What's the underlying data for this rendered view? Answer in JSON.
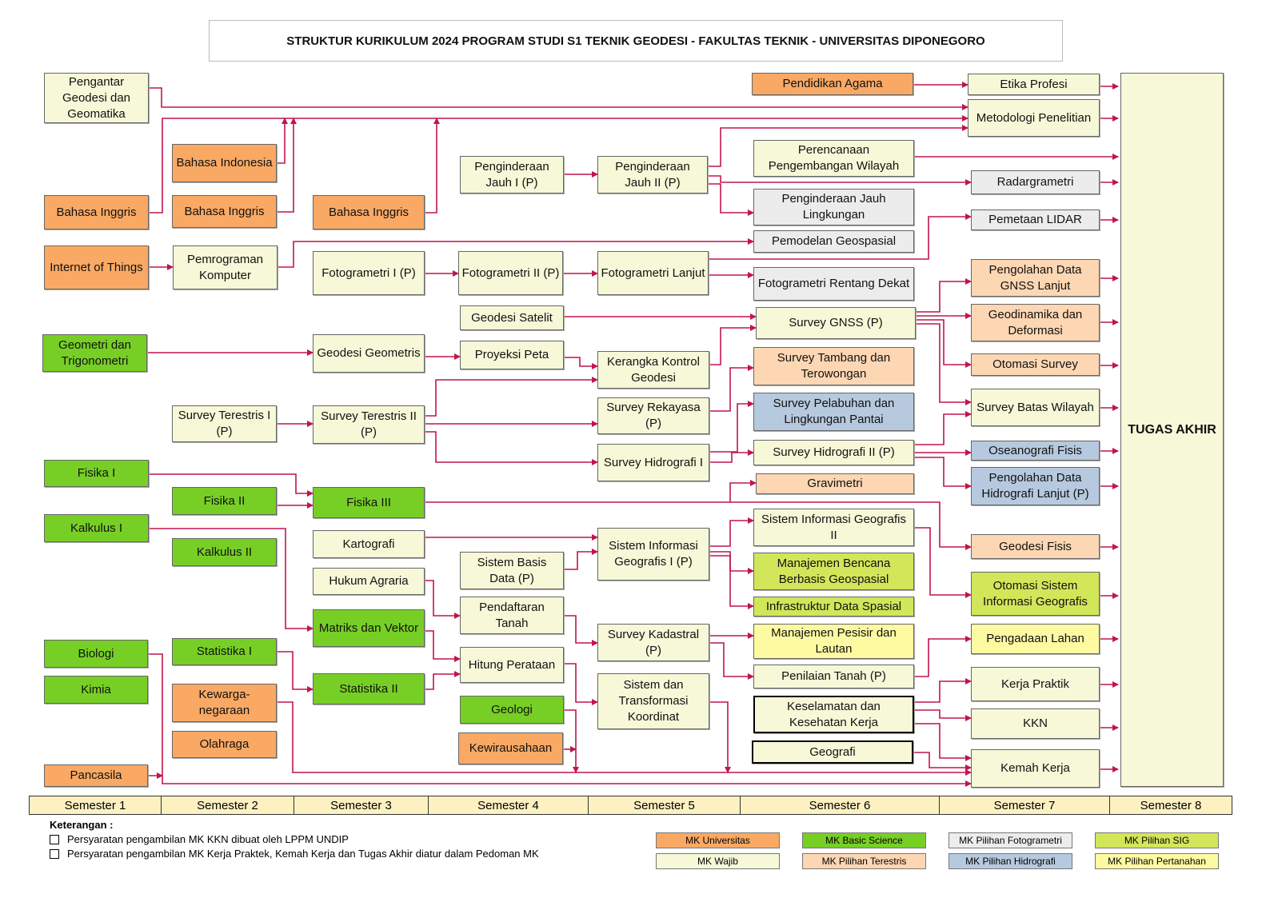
{
  "title": "STRUKTUR KURIKULUM 2024 PROGRAM STUDI S1 TEKNIK GEODESI - FAKULTAS TEKNIK - UNIVERSITAS DIPONEGORO",
  "colors": {
    "universitas": "#f9a964",
    "basic": "#77cf25",
    "wajib": "#f6f8d8",
    "terestris": "#fdd6b3",
    "fotogrametri": "#ececec",
    "hidrografi": "#b6c9de",
    "sig": "#d2e65a",
    "pertanahan": "#fdfaa2",
    "arrow": "#c0154f"
  },
  "courses": [
    {
      "label": "Pengantar Geodesi dan Geomatika",
      "cat": "wajib"
    },
    {
      "label": "Bahasa Inggris",
      "cat": "universitas"
    },
    {
      "label": "Internet of Things",
      "cat": "universitas"
    },
    {
      "label": "Geometri dan Trigonometri",
      "cat": "basic"
    },
    {
      "label": "Fisika I",
      "cat": "basic"
    },
    {
      "label": "Kalkulus I",
      "cat": "basic"
    },
    {
      "label": "Biologi",
      "cat": "basic"
    },
    {
      "label": "Kimia",
      "cat": "basic"
    },
    {
      "label": "Pancasila",
      "cat": "universitas"
    },
    {
      "label": "Bahasa Indonesia",
      "cat": "universitas"
    },
    {
      "label": "Bahasa Inggris",
      "cat": "universitas"
    },
    {
      "label": "Pemrograman Komputer",
      "cat": "wajib"
    },
    {
      "label": "Survey Terestris I (P)",
      "cat": "wajib"
    },
    {
      "label": "Fisika II",
      "cat": "basic"
    },
    {
      "label": "Kalkulus II",
      "cat": "basic"
    },
    {
      "label": "Statistika I",
      "cat": "basic"
    },
    {
      "label": "Kewarga-negaraan",
      "cat": "universitas"
    },
    {
      "label": "Olahraga",
      "cat": "universitas"
    },
    {
      "label": "Bahasa Inggris",
      "cat": "universitas"
    },
    {
      "label": "Fotogrametri I (P)",
      "cat": "wajib"
    },
    {
      "label": "Geodesi Geometris",
      "cat": "wajib"
    },
    {
      "label": "Survey Terestris II (P)",
      "cat": "wajib"
    },
    {
      "label": "Fisika III",
      "cat": "basic"
    },
    {
      "label": "Kartografi",
      "cat": "wajib"
    },
    {
      "label": "Hukum Agraria",
      "cat": "wajib"
    },
    {
      "label": "Matriks dan Vektor",
      "cat": "basic"
    },
    {
      "label": "Statistika II",
      "cat": "basic"
    },
    {
      "label": "Penginderaan Jauh I (P)",
      "cat": "wajib"
    },
    {
      "label": "Fotogrametri II (P)",
      "cat": "wajib"
    },
    {
      "label": "Geodesi Satelit",
      "cat": "wajib"
    },
    {
      "label": "Proyeksi Peta",
      "cat": "wajib"
    },
    {
      "label": "Sistem Basis Data (P)",
      "cat": "wajib"
    },
    {
      "label": "Pendaftaran Tanah",
      "cat": "wajib"
    },
    {
      "label": "Hitung Perataan",
      "cat": "wajib"
    },
    {
      "label": "Geologi",
      "cat": "basic"
    },
    {
      "label": "Kewirausahaan",
      "cat": "universitas"
    },
    {
      "label": "Penginderaan Jauh II (P)",
      "cat": "wajib"
    },
    {
      "label": "Fotogrametri Lanjut",
      "cat": "wajib"
    },
    {
      "label": "Kerangka Kontrol Geodesi",
      "cat": "wajib"
    },
    {
      "label": "Survey Rekayasa (P)",
      "cat": "wajib"
    },
    {
      "label": "Survey Hidrografi I",
      "cat": "wajib"
    },
    {
      "label": "Sistem Informasi Geografis I (P)",
      "cat": "wajib"
    },
    {
      "label": "Survey Kadastral (P)",
      "cat": "wajib"
    },
    {
      "label": "Sistem dan Transformasi Koordinat",
      "cat": "wajib"
    },
    {
      "label": "Pendidikan Agama",
      "cat": "universitas"
    },
    {
      "label": "Perencanaan Pengembangan Wilayah",
      "cat": "wajib"
    },
    {
      "label": "Penginderaan Jauh Lingkungan",
      "cat": "fotogrametri"
    },
    {
      "label": "Pemodelan Geospasial",
      "cat": "fotogrametri"
    },
    {
      "label": "Fotogrametri Rentang Dekat",
      "cat": "fotogrametri"
    },
    {
      "label": "Survey GNSS (P)",
      "cat": "wajib"
    },
    {
      "label": "Survey Tambang dan Terowongan",
      "cat": "terestris"
    },
    {
      "label": "Survey Pelabuhan dan Lingkungan Pantai",
      "cat": "hidrografi"
    },
    {
      "label": "Survey Hidrografi II (P)",
      "cat": "wajib"
    },
    {
      "label": "Gravimetri",
      "cat": "terestris"
    },
    {
      "label": "Sistem Informasi Geografis II",
      "cat": "wajib"
    },
    {
      "label": "Manajemen Bencana Berbasis Geospasial",
      "cat": "sig"
    },
    {
      "label": "Infrastruktur Data Spasial",
      "cat": "sig"
    },
    {
      "label": "Manajemen Pesisir dan Lautan",
      "cat": "pertanahan"
    },
    {
      "label": "Penilaian Tanah (P)",
      "cat": "wajib"
    },
    {
      "label": "Keselamatan dan Kesehatan Kerja",
      "cat": "wajib"
    },
    {
      "label": "Geografi",
      "cat": "wajib"
    },
    {
      "label": "Etika Profesi",
      "cat": "wajib"
    },
    {
      "label": "Metodologi Penelitian",
      "cat": "wajib"
    },
    {
      "label": "Radargrametri",
      "cat": "fotogrametri"
    },
    {
      "label": "Pemetaan LIDAR",
      "cat": "fotogrametri"
    },
    {
      "label": "Pengolahan Data GNSS Lanjut",
      "cat": "terestris"
    },
    {
      "label": "Geodinamika dan Deformasi",
      "cat": "terestris"
    },
    {
      "label": "Otomasi Survey",
      "cat": "terestris"
    },
    {
      "label": "Survey Batas Wilayah",
      "cat": "wajib"
    },
    {
      "label": "Oseanografi Fisis",
      "cat": "hidrografi"
    },
    {
      "label": "Pengolahan Data Hidrografi Lanjut (P)",
      "cat": "hidrografi"
    },
    {
      "label": "Geodesi Fisis",
      "cat": "terestris"
    },
    {
      "label": "Otomasi Sistem Informasi Geografis",
      "cat": "sig"
    },
    {
      "label": "Pengadaan Lahan",
      "cat": "pertanahan"
    },
    {
      "label": "Kerja Praktik",
      "cat": "wajib"
    },
    {
      "label": "KKN",
      "cat": "wajib"
    },
    {
      "label": "Kemah Kerja",
      "cat": "wajib"
    },
    {
      "label": "TUGAS AKHIR",
      "cat": "wajib"
    }
  ],
  "semesters": [
    "Semester 1",
    "Semester 2",
    "Semester 3",
    "Semester 4",
    "Semester 5",
    "Semester 6",
    "Semester 7",
    "Semester 8"
  ],
  "notes": {
    "heading": "Keterangan :",
    "items": [
      "Persyaratan pengambilan MK KKN dibuat oleh LPPM UNDIP",
      "Persyaratan pengambilan MK Kerja Praktek, Kemah Kerja dan Tugas Akhir diatur dalam Pedoman MK"
    ]
  },
  "legend": [
    {
      "label": "MK Universitas",
      "cat": "universitas"
    },
    {
      "label": "MK Basic Science",
      "cat": "basic"
    },
    {
      "label": "MK Pilihan Fotogrametri",
      "cat": "fotogrametri"
    },
    {
      "label": "MK Pilihan SIG",
      "cat": "sig"
    },
    {
      "label": "MK Wajib",
      "cat": "wajib"
    },
    {
      "label": "MK Pilihan Terestris",
      "cat": "terestris"
    },
    {
      "label": "MK Pilihan Hidrografi",
      "cat": "hidrografi"
    },
    {
      "label": "MK Pilihan Pertanahan",
      "cat": "pertanahan"
    }
  ]
}
